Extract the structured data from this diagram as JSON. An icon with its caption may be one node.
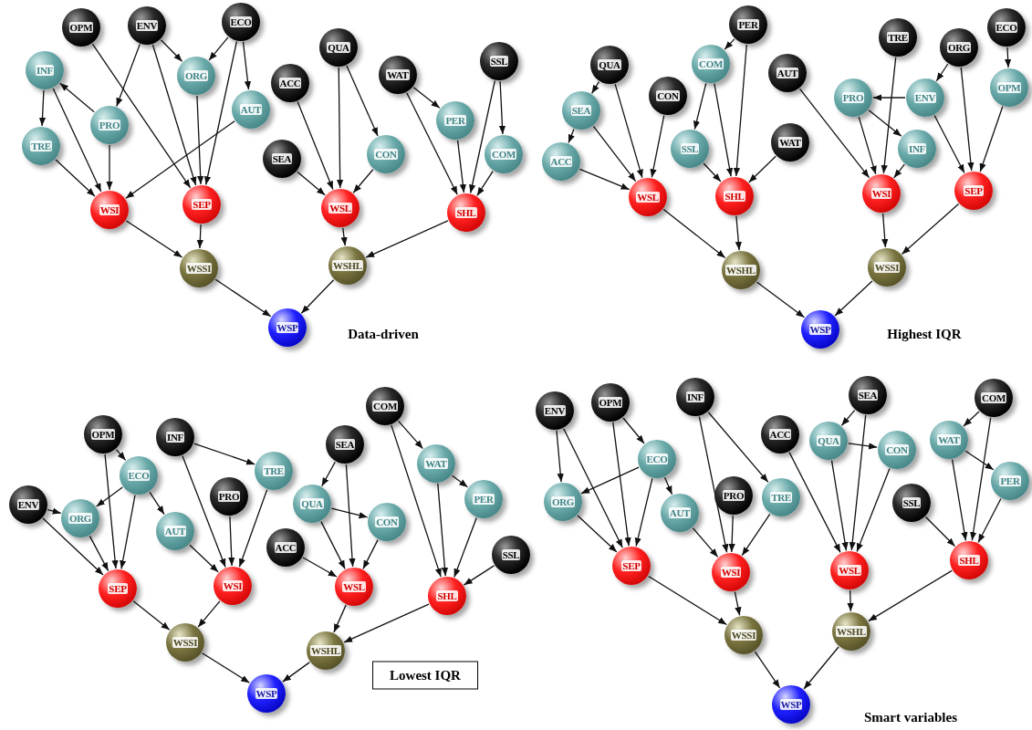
{
  "diagram": {
    "nodes": [
      {
        "text": [
          "OPM"
        ]
      },
      {
        "text": [
          "ENV"
        ]
      },
      {
        "text": [
          "ECO"
        ]
      },
      {
        "text": [
          "INF"
        ]
      },
      {
        "text": [
          "ORG"
        ]
      },
      {
        "text": [
          "AUT"
        ]
      },
      {
        "text": [
          "PRO"
        ]
      },
      {
        "text": [
          "TRE"
        ]
      },
      {
        "text": [
          "QUA"
        ]
      },
      {
        "text": [
          "ACC"
        ]
      },
      {
        "text": [
          "WAT"
        ]
      },
      {
        "text": [
          "SSL"
        ]
      },
      {
        "text": [
          "PER"
        ]
      },
      {
        "text": [
          "CON"
        ]
      },
      {
        "text": [
          "SEA"
        ]
      },
      {
        "text": [
          "COM"
        ]
      },
      {
        "text": [
          "WSI"
        ]
      },
      {
        "text": [
          "SEP"
        ]
      },
      {
        "text": [
          "WSL"
        ]
      },
      {
        "text": [
          "SHL"
        ]
      },
      {
        "text": [
          "WSSI"
        ]
      },
      {
        "text": [
          "WSHL"
        ]
      },
      {
        "text": [
          "WSP"
        ]
      },
      {
        "text": [
          "PER"
        ]
      },
      {
        "text": [
          "QUA"
        ]
      },
      {
        "text": [
          "COM"
        ]
      },
      {
        "text": [
          "CON"
        ]
      },
      {
        "text": [
          "AUT"
        ]
      },
      {
        "text": [
          "TRE"
        ]
      },
      {
        "text": [
          "ORG"
        ]
      },
      {
        "text": [
          "ECO"
        ]
      },
      {
        "text": [
          "SEA"
        ]
      },
      {
        "text": [
          "PRO"
        ]
      },
      {
        "text": [
          "ENV"
        ]
      },
      {
        "text": [
          "OPM"
        ]
      },
      {
        "text": [
          "ACC"
        ]
      },
      {
        "text": [
          "SSL"
        ]
      },
      {
        "text": [
          "WAT"
        ]
      },
      {
        "text": [
          "INF"
        ]
      },
      {
        "text": [
          "WSL"
        ]
      },
      {
        "text": [
          "SHL"
        ]
      },
      {
        "text": [
          "WSI"
        ]
      },
      {
        "text": [
          "SEP"
        ]
      },
      {
        "text": [
          "WSHL"
        ]
      },
      {
        "text": [
          "WSSI"
        ]
      },
      {
        "text": [
          "WSP"
        ]
      },
      {
        "text": [
          "COM"
        ]
      },
      {
        "text": [
          "OPM"
        ]
      },
      {
        "text": [
          "INF"
        ]
      },
      {
        "text": [
          "SEA"
        ]
      },
      {
        "text": [
          "ECO"
        ]
      },
      {
        "text": [
          "TRE"
        ]
      },
      {
        "text": [
          "WAT"
        ]
      },
      {
        "text": [
          "PRO"
        ]
      },
      {
        "text": [
          "ENV"
        ]
      },
      {
        "text": [
          "ORG"
        ]
      },
      {
        "text": [
          "QUA"
        ]
      },
      {
        "text": [
          "PER"
        ]
      },
      {
        "text": [
          "CON"
        ]
      },
      {
        "text": [
          "AUT"
        ]
      },
      {
        "text": [
          "ACC"
        ]
      },
      {
        "text": [
          "SSL"
        ]
      },
      {
        "text": [
          "SEP"
        ]
      },
      {
        "text": [
          "WSI"
        ]
      },
      {
        "text": [
          "WSL"
        ]
      },
      {
        "text": [
          "SHL"
        ]
      },
      {
        "text": [
          "WSSI"
        ]
      },
      {
        "text": [
          "WSHL"
        ]
      },
      {
        "text": [
          "WSP"
        ]
      },
      {
        "text": [
          "SEA"
        ]
      },
      {
        "text": [
          "INF"
        ]
      },
      {
        "text": [
          "COM"
        ]
      },
      {
        "text": [
          "OPM"
        ]
      },
      {
        "text": [
          "ENV"
        ]
      },
      {
        "text": [
          "ACC"
        ]
      },
      {
        "text": [
          "WAT"
        ]
      },
      {
        "text": [
          "QUA"
        ]
      },
      {
        "text": [
          "CON"
        ]
      },
      {
        "text": [
          "ECO"
        ]
      },
      {
        "text": [
          "PER"
        ]
      },
      {
        "text": [
          "PRO"
        ]
      },
      {
        "text": [
          "TRE"
        ]
      },
      {
        "text": [
          "ORG"
        ]
      },
      {
        "text": [
          "SSL"
        ]
      },
      {
        "text": [
          "AUT"
        ]
      },
      {
        "text": [
          "SHL"
        ]
      },
      {
        "text": [
          "WSL"
        ]
      },
      {
        "text": [
          "SEP"
        ]
      },
      {
        "text": [
          "WSI"
        ]
      },
      {
        "text": [
          "WSHL"
        ]
      },
      {
        "text": [
          "WSSI"
        ]
      },
      {
        "text": [
          "WSP"
        ]
      }
    ],
    "edges": [
      {
        "from": 1,
        "to": 6,
        "arrow": "to"
      },
      {
        "from": 1,
        "to": 17,
        "arrow": "to"
      },
      {
        "from": 1,
        "to": 4,
        "arrow": "to"
      },
      {
        "from": 2,
        "to": 4,
        "arrow": "to"
      },
      {
        "from": 2,
        "to": 17,
        "arrow": "to"
      },
      {
        "from": 2,
        "to": 5,
        "arrow": "to"
      },
      {
        "from": 0,
        "to": 17,
        "arrow": "to"
      },
      {
        "from": 3,
        "to": 7,
        "arrow": "to"
      },
      {
        "from": 3,
        "to": 16,
        "arrow": "to"
      },
      {
        "from": 6,
        "to": 3,
        "arrow": "to"
      },
      {
        "from": 6,
        "to": 16,
        "arrow": "to"
      },
      {
        "from": 7,
        "to": 16,
        "arrow": "to"
      },
      {
        "from": 5,
        "to": 16,
        "arrow": "to"
      },
      {
        "from": 4,
        "to": 17,
        "arrow": "to"
      },
      {
        "from": 8,
        "to": 18,
        "arrow": "to"
      },
      {
        "from": 8,
        "to": 13,
        "arrow": "to"
      },
      {
        "from": 9,
        "to": 18,
        "arrow": "to"
      },
      {
        "from": 14,
        "to": 18,
        "arrow": "to"
      },
      {
        "from": 13,
        "to": 18,
        "arrow": "to"
      },
      {
        "from": 10,
        "to": 12,
        "arrow": "to"
      },
      {
        "from": 10,
        "to": 19,
        "arrow": "to"
      },
      {
        "from": 11,
        "to": 19,
        "arrow": "to"
      },
      {
        "from": 11,
        "to": 15,
        "arrow": "to"
      },
      {
        "from": 12,
        "to": 19,
        "arrow": "to"
      },
      {
        "from": 15,
        "to": 19,
        "arrow": "to"
      },
      {
        "from": 16,
        "to": 20,
        "arrow": "to"
      },
      {
        "from": 17,
        "to": 20,
        "arrow": "to"
      },
      {
        "from": 18,
        "to": 21,
        "arrow": "to"
      },
      {
        "from": 19,
        "to": 21,
        "arrow": "to"
      },
      {
        "from": 20,
        "to": 22,
        "arrow": "to"
      },
      {
        "from": 21,
        "to": 22,
        "arrow": "to"
      },
      {
        "from": 23,
        "to": 25,
        "arrow": "to"
      },
      {
        "from": 23,
        "to": 40,
        "arrow": "to"
      },
      {
        "from": 24,
        "to": 31,
        "arrow": "to"
      },
      {
        "from": 24,
        "to": 39,
        "arrow": "to"
      },
      {
        "from": 31,
        "to": 35,
        "arrow": "to"
      },
      {
        "from": 31,
        "to": 39,
        "arrow": "to"
      },
      {
        "from": 26,
        "to": 39,
        "arrow": "to"
      },
      {
        "from": 35,
        "to": 39,
        "arrow": "to"
      },
      {
        "from": 25,
        "to": 36,
        "arrow": "to"
      },
      {
        "from": 25,
        "to": 40,
        "arrow": "to"
      },
      {
        "from": 36,
        "to": 40,
        "arrow": "to"
      },
      {
        "from": 37,
        "to": 40,
        "arrow": "to"
      },
      {
        "from": 27,
        "to": 41,
        "arrow": "to"
      },
      {
        "from": 28,
        "to": 41,
        "arrow": "to"
      },
      {
        "from": 29,
        "to": 33,
        "arrow": "to"
      },
      {
        "from": 29,
        "to": 42,
        "arrow": "to"
      },
      {
        "from": 33,
        "to": 32,
        "arrow": "to"
      },
      {
        "from": 33,
        "to": 42,
        "arrow": "to"
      },
      {
        "from": 32,
        "to": 41,
        "arrow": "to"
      },
      {
        "from": 32,
        "to": 38,
        "arrow": "to"
      },
      {
        "from": 38,
        "to": 41,
        "arrow": "to"
      },
      {
        "from": 30,
        "to": 34,
        "arrow": "to"
      },
      {
        "from": 34,
        "to": 42,
        "arrow": "to"
      },
      {
        "from": 39,
        "to": 43,
        "arrow": "to"
      },
      {
        "from": 40,
        "to": 43,
        "arrow": "to"
      },
      {
        "from": 41,
        "to": 44,
        "arrow": "to"
      },
      {
        "from": 42,
        "to": 44,
        "arrow": "to"
      },
      {
        "from": 43,
        "to": 45,
        "arrow": "to"
      },
      {
        "from": 44,
        "to": 45,
        "arrow": "to"
      },
      {
        "from": 47,
        "to": 50,
        "arrow": "to"
      },
      {
        "from": 47,
        "to": 62,
        "arrow": "to"
      },
      {
        "from": 50,
        "to": 55,
        "arrow": "to"
      },
      {
        "from": 50,
        "to": 62,
        "arrow": "to"
      },
      {
        "from": 50,
        "to": 59,
        "arrow": "to"
      },
      {
        "from": 54,
        "to": 55,
        "arrow": "to"
      },
      {
        "from": 54,
        "to": 62,
        "arrow": "to"
      },
      {
        "from": 55,
        "to": 62,
        "arrow": "to"
      },
      {
        "from": 48,
        "to": 51,
        "arrow": "to"
      },
      {
        "from": 48,
        "to": 63,
        "arrow": "to"
      },
      {
        "from": 53,
        "to": 63,
        "arrow": "to"
      },
      {
        "from": 51,
        "to": 63,
        "arrow": "to"
      },
      {
        "from": 59,
        "to": 63,
        "arrow": "to"
      },
      {
        "from": 49,
        "to": 56,
        "arrow": "to"
      },
      {
        "from": 49,
        "to": 64,
        "arrow": "to"
      },
      {
        "from": 56,
        "to": 58,
        "arrow": "to"
      },
      {
        "from": 56,
        "to": 64,
        "arrow": "to"
      },
      {
        "from": 58,
        "to": 64,
        "arrow": "to"
      },
      {
        "from": 60,
        "to": 64,
        "arrow": "to"
      },
      {
        "from": 46,
        "to": 52,
        "arrow": "to"
      },
      {
        "from": 46,
        "to": 65,
        "arrow": "to"
      },
      {
        "from": 52,
        "to": 57,
        "arrow": "to"
      },
      {
        "from": 52,
        "to": 65,
        "arrow": "to"
      },
      {
        "from": 57,
        "to": 65,
        "arrow": "to"
      },
      {
        "from": 61,
        "to": 65,
        "arrow": "to"
      },
      {
        "from": 62,
        "to": 66,
        "arrow": "to"
      },
      {
        "from": 63,
        "to": 66,
        "arrow": "to"
      },
      {
        "from": 64,
        "to": 67,
        "arrow": "to"
      },
      {
        "from": 65,
        "to": 67,
        "arrow": "to"
      },
      {
        "from": 66,
        "to": 68,
        "arrow": "to"
      },
      {
        "from": 67,
        "to": 68,
        "arrow": "to"
      },
      {
        "from": 73,
        "to": 82,
        "arrow": "to"
      },
      {
        "from": 73,
        "to": 87,
        "arrow": "to"
      },
      {
        "from": 72,
        "to": 87,
        "arrow": "to"
      },
      {
        "from": 72,
        "to": 78,
        "arrow": "to"
      },
      {
        "from": 78,
        "to": 82,
        "arrow": "to"
      },
      {
        "from": 78,
        "to": 87,
        "arrow": "to"
      },
      {
        "from": 78,
        "to": 84,
        "arrow": "to"
      },
      {
        "from": 82,
        "to": 87,
        "arrow": "to"
      },
      {
        "from": 70,
        "to": 88,
        "arrow": "to"
      },
      {
        "from": 70,
        "to": 81,
        "arrow": "to"
      },
      {
        "from": 80,
        "to": 88,
        "arrow": "to"
      },
      {
        "from": 81,
        "to": 88,
        "arrow": "to"
      },
      {
        "from": 84,
        "to": 88,
        "arrow": "to"
      },
      {
        "from": 74,
        "to": 86,
        "arrow": "to"
      },
      {
        "from": 69,
        "to": 76,
        "arrow": "to"
      },
      {
        "from": 69,
        "to": 86,
        "arrow": "to"
      },
      {
        "from": 76,
        "to": 77,
        "arrow": "to"
      },
      {
        "from": 76,
        "to": 86,
        "arrow": "to"
      },
      {
        "from": 77,
        "to": 86,
        "arrow": "to"
      },
      {
        "from": 71,
        "to": 75,
        "arrow": "to"
      },
      {
        "from": 71,
        "to": 85,
        "arrow": "to"
      },
      {
        "from": 75,
        "to": 79,
        "arrow": "to"
      },
      {
        "from": 75,
        "to": 85,
        "arrow": "to"
      },
      {
        "from": 79,
        "to": 85,
        "arrow": "to"
      },
      {
        "from": 83,
        "to": 85,
        "arrow": "to"
      },
      {
        "from": 87,
        "to": 90,
        "arrow": "to"
      },
      {
        "from": 88,
        "to": 90,
        "arrow": "to"
      },
      {
        "from": 86,
        "to": 89,
        "arrow": "to"
      },
      {
        "from": 85,
        "to": 89,
        "arrow": "to"
      },
      {
        "from": 90,
        "to": 91,
        "arrow": "to"
      },
      {
        "from": 89,
        "to": 91,
        "arrow": "to"
      }
    ],
    "labels": [
      "Data-driven",
      "Highest IQR",
      "Lowest IQR",
      "Smart variables"
    ]
  }
}
